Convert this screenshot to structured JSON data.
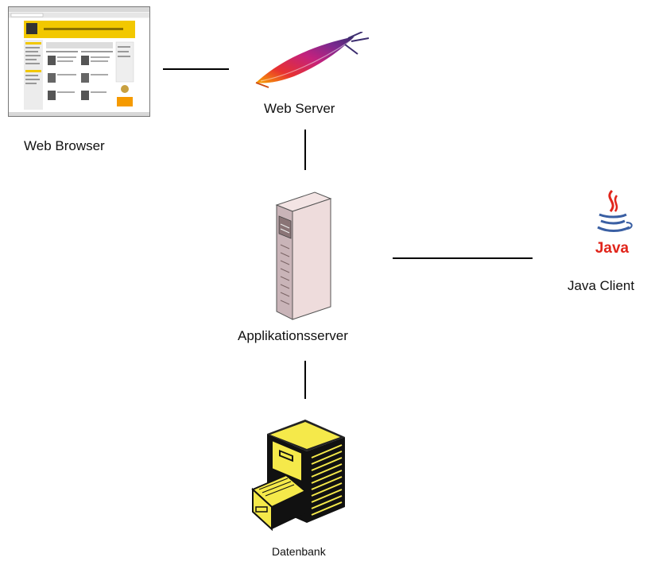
{
  "nodes": {
    "web_browser": {
      "label": "Web Browser",
      "icon": "web-browser-screenshot-icon"
    },
    "web_server": {
      "label": "Web Server",
      "icon": "apache-feather-icon"
    },
    "app_server": {
      "label": "Applikationsserver",
      "icon": "server-tower-icon"
    },
    "java_client": {
      "label": "Java Client",
      "icon": "java-logo-icon",
      "logo_text": "Java"
    },
    "database": {
      "label": "Datenbank",
      "icon": "filing-cabinet-icon"
    }
  },
  "colors": {
    "line": "#000000",
    "browser_accent": "#f2c800",
    "java_red": "#e1251b",
    "java_blue": "#3a5fa3",
    "cabinet_yellow": "#f5e94a"
  }
}
